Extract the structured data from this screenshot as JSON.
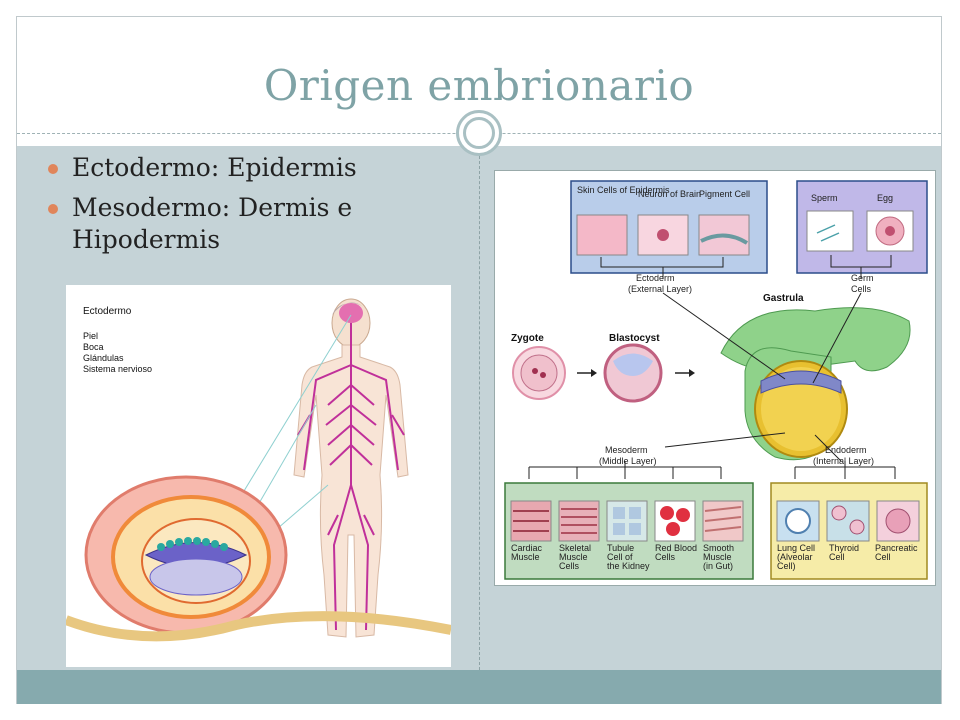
{
  "slide": {
    "title": "Origen embrionario",
    "bullets": [
      {
        "text": "Ectodermo: Epidermis"
      },
      {
        "text": "Mesodermo: Dermis e Hipodermis"
      }
    ]
  },
  "left_figure": {
    "heading": "Ectodermo",
    "items": [
      "Piel",
      "Boca",
      "Glándulas",
      "Sistema nervioso"
    ]
  },
  "right_figure": {
    "ectoderm_cells": [
      "Skin Cells of Epidermis",
      "Neuron of Brain",
      "Pigment Cell"
    ],
    "ectoderm_label": "Ectoderm",
    "ectoderm_sub": "(External Layer)",
    "germ_cells": [
      "Sperm",
      "Egg"
    ],
    "germ_label": "Germ",
    "germ_label2": "Cells",
    "gastrula": "Gastrula",
    "zygote": "Zygote",
    "blastocyst": "Blastocyst",
    "mesoderm_label": "Mesoderm",
    "mesoderm_sub": "(Middle Layer)",
    "endoderm_label": "Endoderm",
    "endoderm_sub": "(Internal Layer)",
    "mesoderm_cells": [
      {
        "l1": "Cardiac",
        "l2": "Muscle",
        "l3": ""
      },
      {
        "l1": "Skeletal",
        "l2": "Muscle",
        "l3": "Cells"
      },
      {
        "l1": "Tubule",
        "l2": "Cell of",
        "l3": "the Kidney"
      },
      {
        "l1": "Red Blood",
        "l2": "Cells",
        "l3": ""
      },
      {
        "l1": "Smooth",
        "l2": "Muscle",
        "l3": "(in Gut)"
      }
    ],
    "endoderm_cells": [
      {
        "l1": "Lung Cell",
        "l2": "(Alveolar",
        "l3": "Cell)"
      },
      {
        "l1": "Thyroid",
        "l2": "Cell",
        "l3": ""
      },
      {
        "l1": "Pancreatic",
        "l2": "Cell",
        "l3": ""
      }
    ]
  }
}
